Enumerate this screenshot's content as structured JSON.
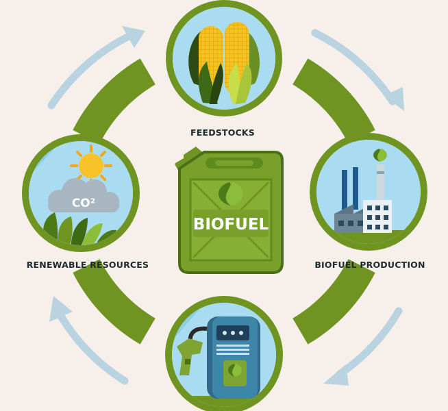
{
  "diagram": {
    "center_label": "BIOFUEL",
    "stages": [
      {
        "id": "feedstocks",
        "label": "FEEDSTOCKS"
      },
      {
        "id": "biofuel-production",
        "label": "BIOFUEL PRODUCTION"
      },
      {
        "id": "fuel-pump",
        "label": ""
      },
      {
        "id": "renewable-resources",
        "label": "RENEWABLE RESOURCES",
        "badge": "CO²"
      }
    ]
  },
  "colors": {
    "background": "#f7f0ea",
    "ring_green": "#6f9422",
    "dark_green": "#4b6e19",
    "sky_blue": "#a9dcf0",
    "arrow_blue": "#bad3e0",
    "canister_green": "#78a02a",
    "text": "#1d2b30"
  },
  "icons": [
    "corn-icon",
    "factory-icon",
    "fuel-pump-icon",
    "sun-icon",
    "cloud-icon",
    "leaf-icon",
    "jerry-can-icon"
  ]
}
